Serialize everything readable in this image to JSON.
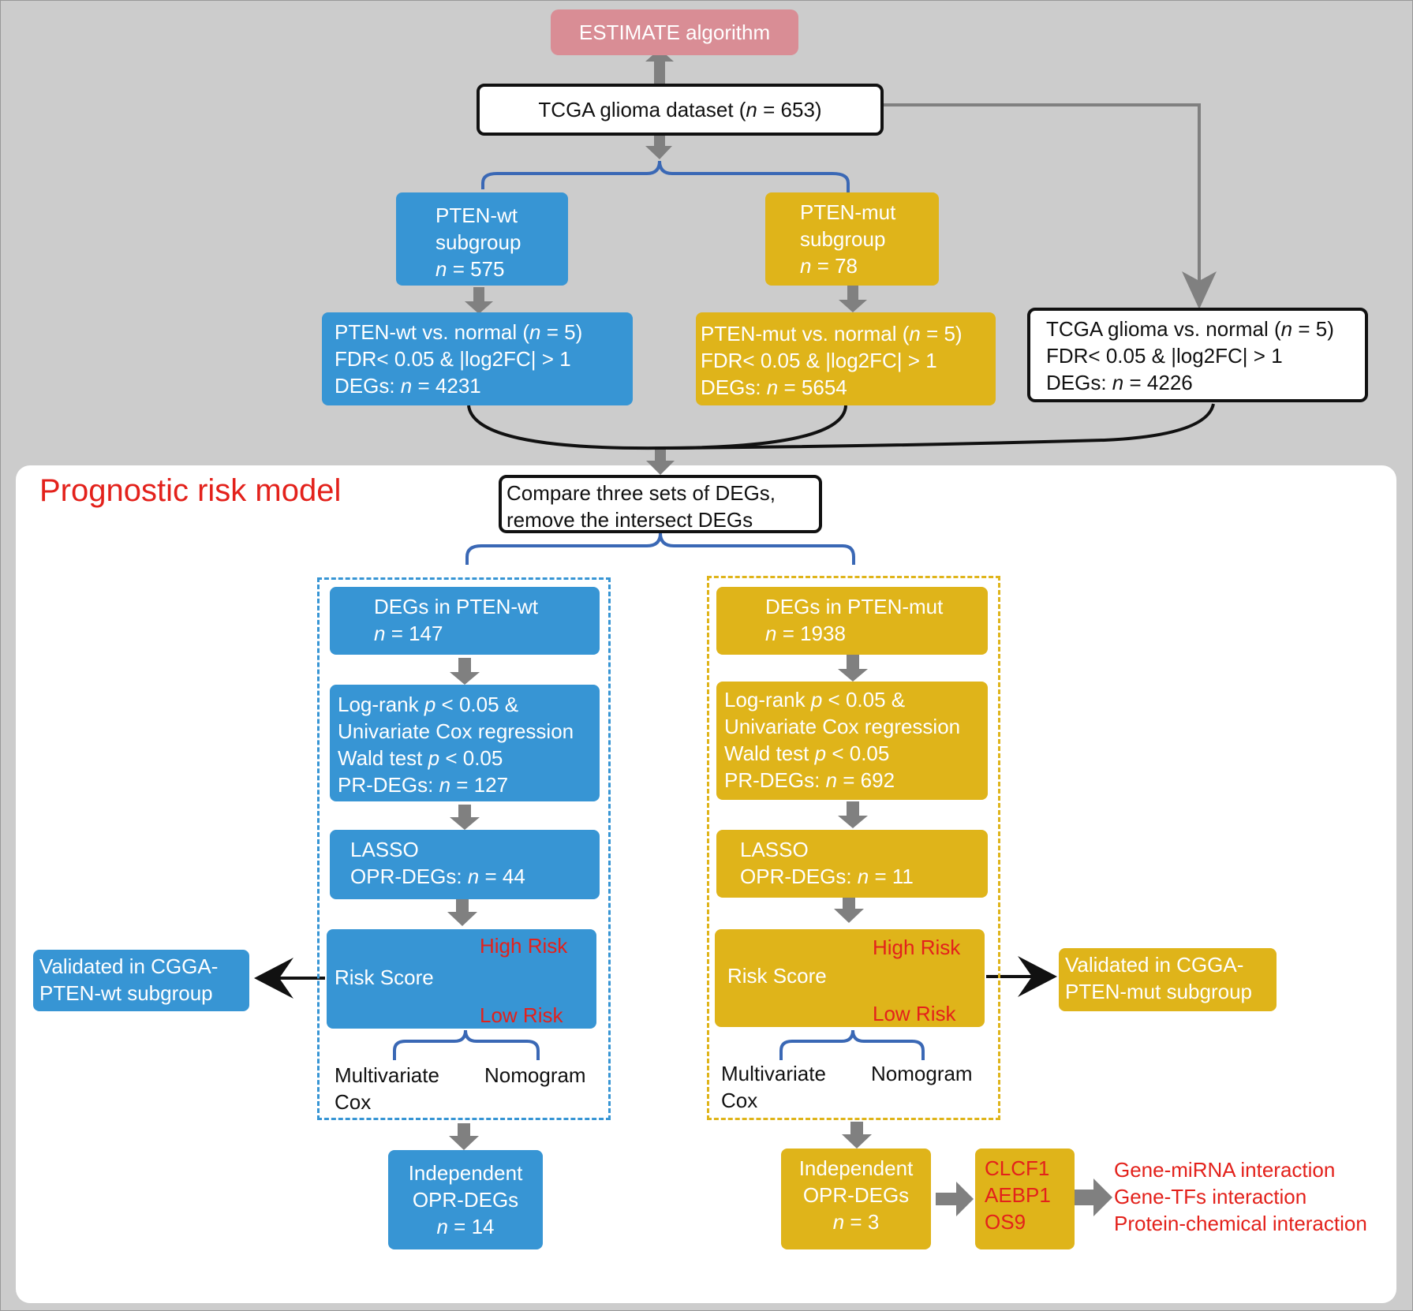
{
  "top": {
    "estimate": "ESTIMATE algorithm",
    "dataset_prefix": "TCGA glioma dataset (",
    "dataset_n": "n",
    "dataset_suffix": " = 653)"
  },
  "subgroups": {
    "wt": {
      "l1": "PTEN-wt",
      "l2": "subgroup",
      "n": "n",
      "l3": " = 575"
    },
    "mut": {
      "l1": "PTEN-mut",
      "l2": "subgroup",
      "n": "n",
      "l3": " = 78"
    }
  },
  "comparisons": {
    "wt": {
      "l1a": "PTEN-wt  vs. normal (",
      "l1n": "n",
      "l1b": " = 5)",
      "l2": "FDR< 0.05 & |log2FC| > 1",
      "l3a": "DEGs: ",
      "l3n": "n",
      "l3b": " = 4231"
    },
    "mut": {
      "l1a": "PTEN-mut  vs. normal (",
      "l1n": "n",
      "l1b": " = 5)",
      "l2": "FDR< 0.05 & |log2FC| > 1",
      "l3a": "DEGs: ",
      "l3n": "n",
      "l3b": " = 5654"
    },
    "all": {
      "l1a": "TCGA glioma vs. normal (",
      "l1n": "n",
      "l1b": " = 5)",
      "l2": "FDR< 0.05 & |log2FC| > 1",
      "l3a": "DEGs: ",
      "l3n": "n",
      "l3b": " = 4226"
    }
  },
  "model": {
    "title": "Prognostic risk model",
    "compare_l1": "Compare three sets of DEGs,",
    "compare_l2": "remove the intersect DEGs"
  },
  "wt_branch": {
    "degs_l1": "DEGs in PTEN-wt",
    "degs_n": "n",
    "degs_l2": " = 147",
    "lr_l1a": "Log-rank ",
    "lr_p": "p",
    "lr_l1b": " < 0.05 &",
    "lr_l2": "Univariate Cox regression",
    "lr_l3a": "Wald test ",
    "lr_p2": "p",
    "lr_l3b": " < 0.05",
    "lr_l4a": "PR-DEGs: ",
    "lr_n": "n",
    "lr_l4b": " = 127",
    "lasso_l1": "LASSO",
    "lasso_l2a": "OPR-DEGs: ",
    "lasso_n": "n",
    "lasso_l2b": " = 44",
    "risk_score": "Risk Score",
    "high": "High Risk",
    "low": "Low Risk",
    "multi_l1": "Multivariate",
    "multi_l2": "Cox",
    "nomogram": "Nomogram",
    "validated_l1": "Validated in CGGA-",
    "validated_l2": "PTEN-wt subgroup",
    "ind_l1": "Independent",
    "ind_l2": "OPR-DEGs",
    "ind_n": "n",
    "ind_l3": " = 14"
  },
  "mut_branch": {
    "degs_l1": "DEGs in PTEN-mut",
    "degs_n": "n",
    "degs_l2": " = 1938",
    "lr_l1a": "Log-rank ",
    "lr_p": "p",
    "lr_l1b": " < 0.05 &",
    "lr_l2": "Univariate Cox regression",
    "lr_l3a": "Wald test ",
    "lr_p2": "p",
    "lr_l3b": " < 0.05",
    "lr_l4a": "PR-DEGs: ",
    "lr_n": "n",
    "lr_l4b": " = 692",
    "lasso_l1": "LASSO",
    "lasso_l2a": "OPR-DEGs: ",
    "lasso_n": "n",
    "lasso_l2b": " = 11",
    "risk_score": "Risk Score",
    "high": "High Risk",
    "low": "Low Risk",
    "multi_l1": "Multivariate",
    "multi_l2": "Cox",
    "nomogram": "Nomogram",
    "validated_l1": "Validated in CGGA-",
    "validated_l2": "PTEN-mut subgroup",
    "ind_l1": "Independent",
    "ind_l2": "OPR-DEGs",
    "ind_n": "n",
    "ind_l3": " = 3",
    "genes": [
      "CLCF1",
      "AEBP1",
      "OS9"
    ],
    "interactions": [
      "Gene-miRNA  interaction",
      "Gene-TFs interaction",
      "Protein-chemical interaction"
    ]
  },
  "colors": {
    "blue": "#3795d4",
    "gold": "#dfb41a",
    "pink": "#d98d95",
    "red": "#e3211b",
    "gray_bg": "#cccccc",
    "arrow_gray": "#808080",
    "bracket_blue": "#3a68b5",
    "bracket_red": "#c0392b"
  }
}
